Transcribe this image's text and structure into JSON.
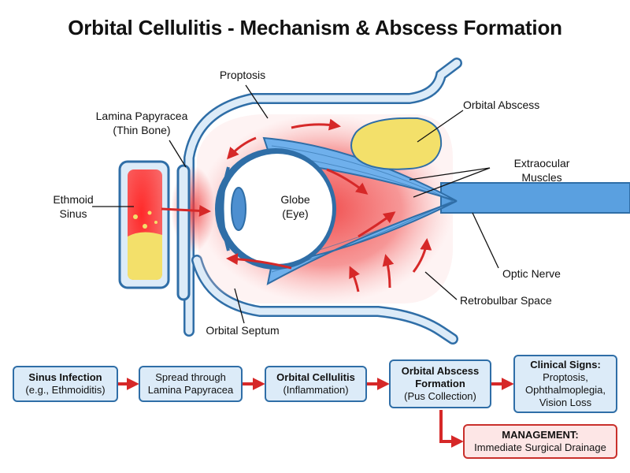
{
  "title": "Orbital Cellulitis - Mechanism & Abscess Formation",
  "labels": {
    "proptosis": "Proptosis",
    "lamina_line1": "Lamina Papyracea",
    "lamina_line2": "(Thin Bone)",
    "ethmoid_line1": "Ethmoid",
    "ethmoid_line2": "Sinus",
    "globe_line1": "Globe",
    "globe_line2": "(Eye)",
    "orbital_abscess": "Orbital Abscess",
    "extraocular_line1": "Extraocular",
    "extraocular_line2": "Muscles",
    "optic_nerve": "Optic Nerve",
    "retrobulbar": "Retrobulbar Space",
    "orbital_septum": "Orbital Septum"
  },
  "flow": [
    {
      "title": "Sinus Infection",
      "sub": "(e.g., Ethmoiditis)"
    },
    {
      "title": "Spread through",
      "sub": "Lamina Papyracea"
    },
    {
      "title": "Orbital Cellulitis",
      "sub": "(Inflammation)"
    },
    {
      "title": "Orbital Abscess",
      "title2": "Formation",
      "sub": "(Pus Collection)"
    },
    {
      "title": "Clinical Signs:",
      "sub": "Proptosis,",
      "sub2": "Ophthalmoplegia,",
      "sub3": "Vision Loss"
    }
  ],
  "management": {
    "title": "MANAGEMENT:",
    "sub": "Immediate Surgical Drainage"
  },
  "colors": {
    "bone": "#2f6ea7",
    "bone_fill": "#dcebf8",
    "inflammation": "#ef3b3b",
    "pus": "#f3e06a",
    "arrow": "#d62828"
  }
}
